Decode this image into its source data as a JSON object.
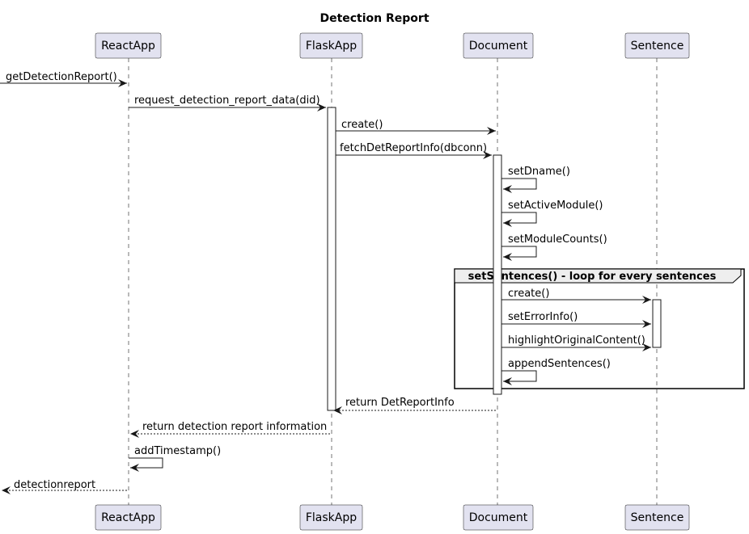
{
  "title": "Detection Report",
  "participants": {
    "react": "ReactApp",
    "flask": "FlaskApp",
    "document": "Document",
    "sentence": "Sentence"
  },
  "loop_label": "setSentences() - loop for every sentences",
  "messages": [
    "getDetectionReport()",
    "request_detection_report_data(did)",
    "create()",
    "fetchDetReportInfo(dbconn)",
    "setDname()",
    "setActiveModule()",
    "setModuleCounts()",
    "create()",
    "setErrorInfo()",
    "highlightOriginalContent()",
    "appendSentences()",
    "return DetReportInfo",
    "return detection report information",
    "addTimestamp()",
    "detectionreport"
  ]
}
